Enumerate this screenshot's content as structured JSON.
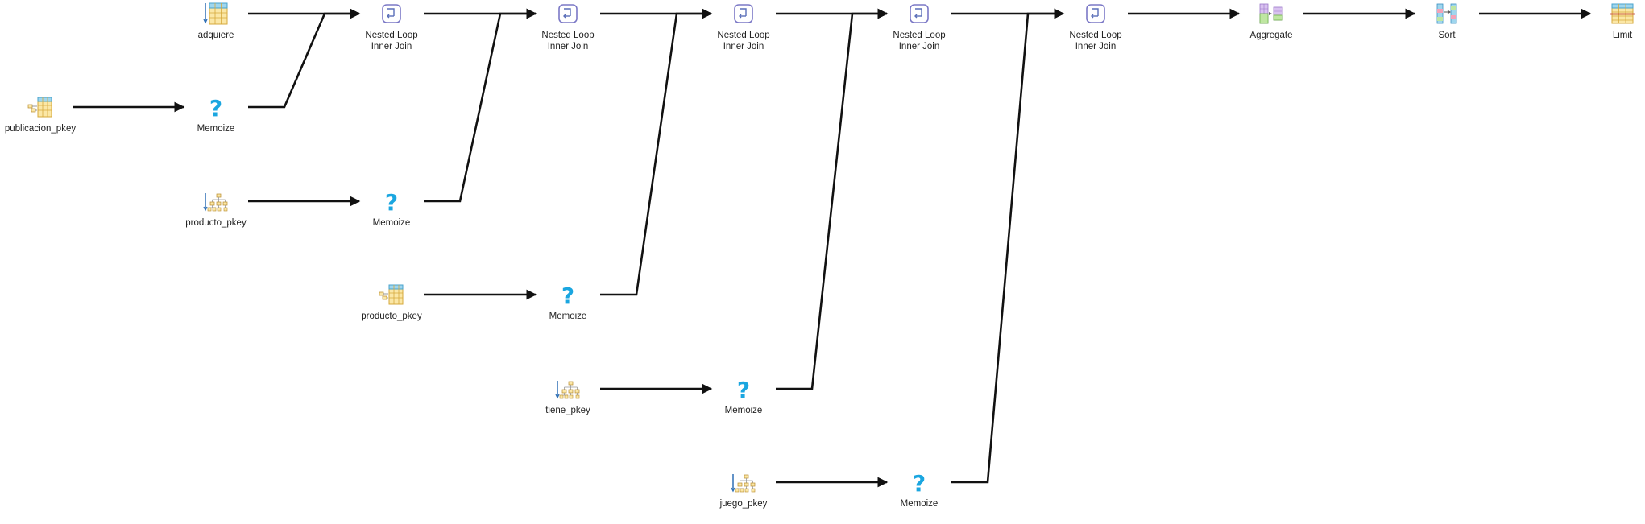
{
  "plan": {
    "nodes": [
      {
        "id": "n1",
        "label": "adquiere",
        "icon": "seq-scan-table-icon"
      },
      {
        "id": "n2",
        "label": "publicacion_pkey",
        "icon": "index-scan-table-icon"
      },
      {
        "id": "n3",
        "label": "Memoize",
        "icon": "memoize-question-icon"
      },
      {
        "id": "n4",
        "label": "Nested Loop Inner Join",
        "icon": "nested-loop-icon"
      },
      {
        "id": "n5",
        "label": "producto_pkey",
        "icon": "index-only-scan-tree-icon"
      },
      {
        "id": "n6",
        "label": "Memoize",
        "icon": "memoize-question-icon"
      },
      {
        "id": "n7",
        "label": "Nested Loop Inner Join",
        "icon": "nested-loop-icon"
      },
      {
        "id": "n8",
        "label": "producto_pkey",
        "icon": "index-scan-table-icon"
      },
      {
        "id": "n9",
        "label": "Memoize",
        "icon": "memoize-question-icon"
      },
      {
        "id": "n10",
        "label": "Nested Loop Inner Join",
        "icon": "nested-loop-icon"
      },
      {
        "id": "n11",
        "label": "tiene_pkey",
        "icon": "index-only-scan-tree-icon"
      },
      {
        "id": "n12",
        "label": "Memoize",
        "icon": "memoize-question-icon"
      },
      {
        "id": "n13",
        "label": "Nested Loop Inner Join",
        "icon": "nested-loop-icon"
      },
      {
        "id": "n14",
        "label": "juego_pkey",
        "icon": "index-only-scan-tree-icon"
      },
      {
        "id": "n15",
        "label": "Memoize",
        "icon": "memoize-question-icon"
      },
      {
        "id": "n16",
        "label": "Nested Loop Inner Join",
        "icon": "nested-loop-icon"
      },
      {
        "id": "n17",
        "label": "Aggregate",
        "icon": "aggregate-icon"
      },
      {
        "id": "n18",
        "label": "Sort",
        "icon": "sort-icon"
      },
      {
        "id": "n19",
        "label": "Limit",
        "icon": "limit-icon"
      }
    ],
    "edges": [
      {
        "from": "n1",
        "to": "n4"
      },
      {
        "from": "n2",
        "to": "n3"
      },
      {
        "from": "n3",
        "to": "n4"
      },
      {
        "from": "n4",
        "to": "n7"
      },
      {
        "from": "n5",
        "to": "n6"
      },
      {
        "from": "n6",
        "to": "n7"
      },
      {
        "from": "n7",
        "to": "n10"
      },
      {
        "from": "n8",
        "to": "n9"
      },
      {
        "from": "n9",
        "to": "n10"
      },
      {
        "from": "n10",
        "to": "n13"
      },
      {
        "from": "n11",
        "to": "n12"
      },
      {
        "from": "n12",
        "to": "n13"
      },
      {
        "from": "n13",
        "to": "n16"
      },
      {
        "from": "n14",
        "to": "n15"
      },
      {
        "from": "n15",
        "to": "n16"
      },
      {
        "from": "n16",
        "to": "n17"
      },
      {
        "from": "n17",
        "to": "n18"
      },
      {
        "from": "n18",
        "to": "n19"
      }
    ]
  }
}
